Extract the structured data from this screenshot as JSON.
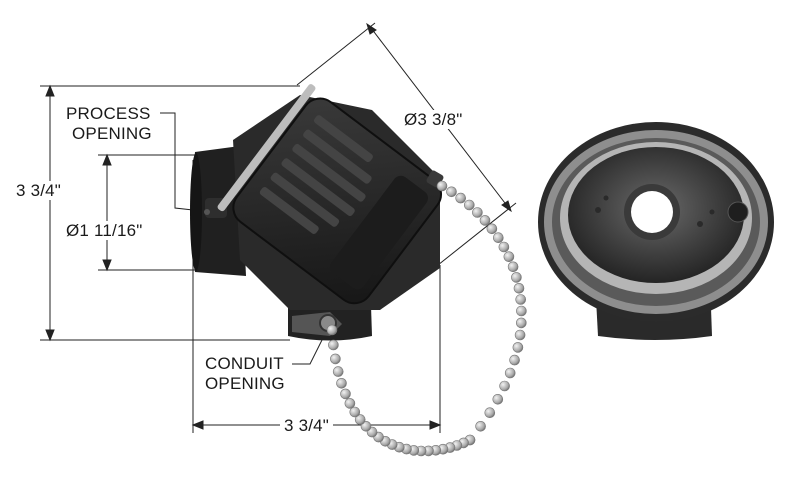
{
  "labels": {
    "overall_height": "3 3/4\"",
    "process_opening_line1": "PROCESS",
    "process_opening_line2": "OPENING",
    "opening_diameter": "Ø1 11/16\"",
    "cover_diameter": "Ø3 3/8\"",
    "conduit_opening_line1": "CONDUIT",
    "conduit_opening_line2": "OPENING",
    "overall_width": "3 3/4\""
  },
  "colors": {
    "housing": "#2a2a2a",
    "housing_dark": "#151515",
    "housing_light": "#4a4a4a",
    "chain": "#b8b8b8",
    "dimension_line": "#222222"
  },
  "views": [
    "side-view",
    "top-view"
  ]
}
